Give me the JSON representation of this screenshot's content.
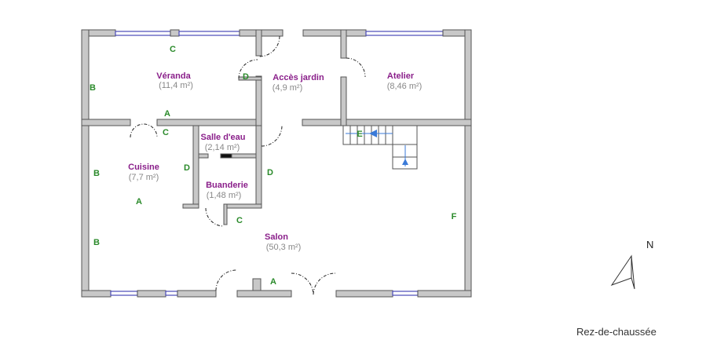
{
  "plan_title": "Rez-de-chaussée",
  "compass": {
    "label": "N"
  },
  "rooms": [
    {
      "name": "Véranda",
      "area": "(11,4 m²)"
    },
    {
      "name": "Accès jardin",
      "area": "(4,9 m²)"
    },
    {
      "name": "Atelier",
      "area": "(8,46 m²)"
    },
    {
      "name": "Salle d'eau",
      "area": "(2,14 m²)"
    },
    {
      "name": "Cuisine",
      "area": "(7,7 m²)"
    },
    {
      "name": "Buanderie",
      "area": "(1,48 m²)"
    },
    {
      "name": "Salon",
      "area": "(50,3 m²)"
    }
  ],
  "markers": [
    "C",
    "B",
    "D",
    "A",
    "C",
    "B",
    "D",
    "A",
    "D",
    "C",
    "B",
    "F",
    "A",
    "E"
  ],
  "colors": {
    "wall": "#c8c8c8",
    "room_name": "#8a1f8a",
    "marker": "#2a8a2a",
    "window": "#4a4ab8",
    "stairs_arrow": "#3a7ad8"
  }
}
